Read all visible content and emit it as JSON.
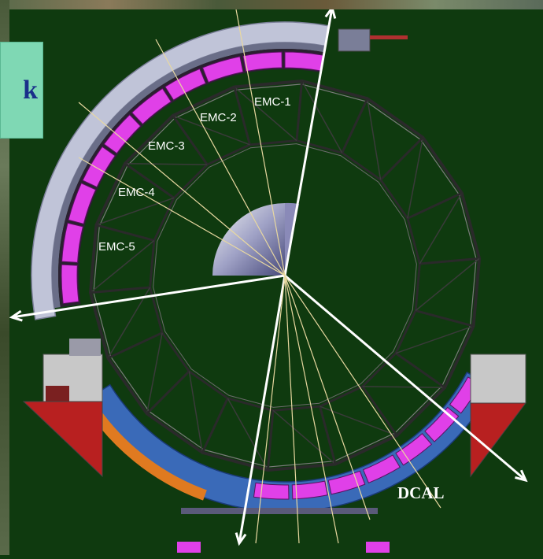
{
  "title_box": {
    "text": "k"
  },
  "labels": {
    "emc": [
      "EMC-1",
      "EMC-2",
      "EMC-3",
      "EMC-4",
      "EMC-5"
    ],
    "dcal": "DCAL"
  },
  "colors": {
    "background": "#0f3a0f",
    "emcal_module": "#e040e8",
    "frame": "#c0c4d8",
    "support_red": "#b82020",
    "title_text": "#1a2f8a"
  }
}
